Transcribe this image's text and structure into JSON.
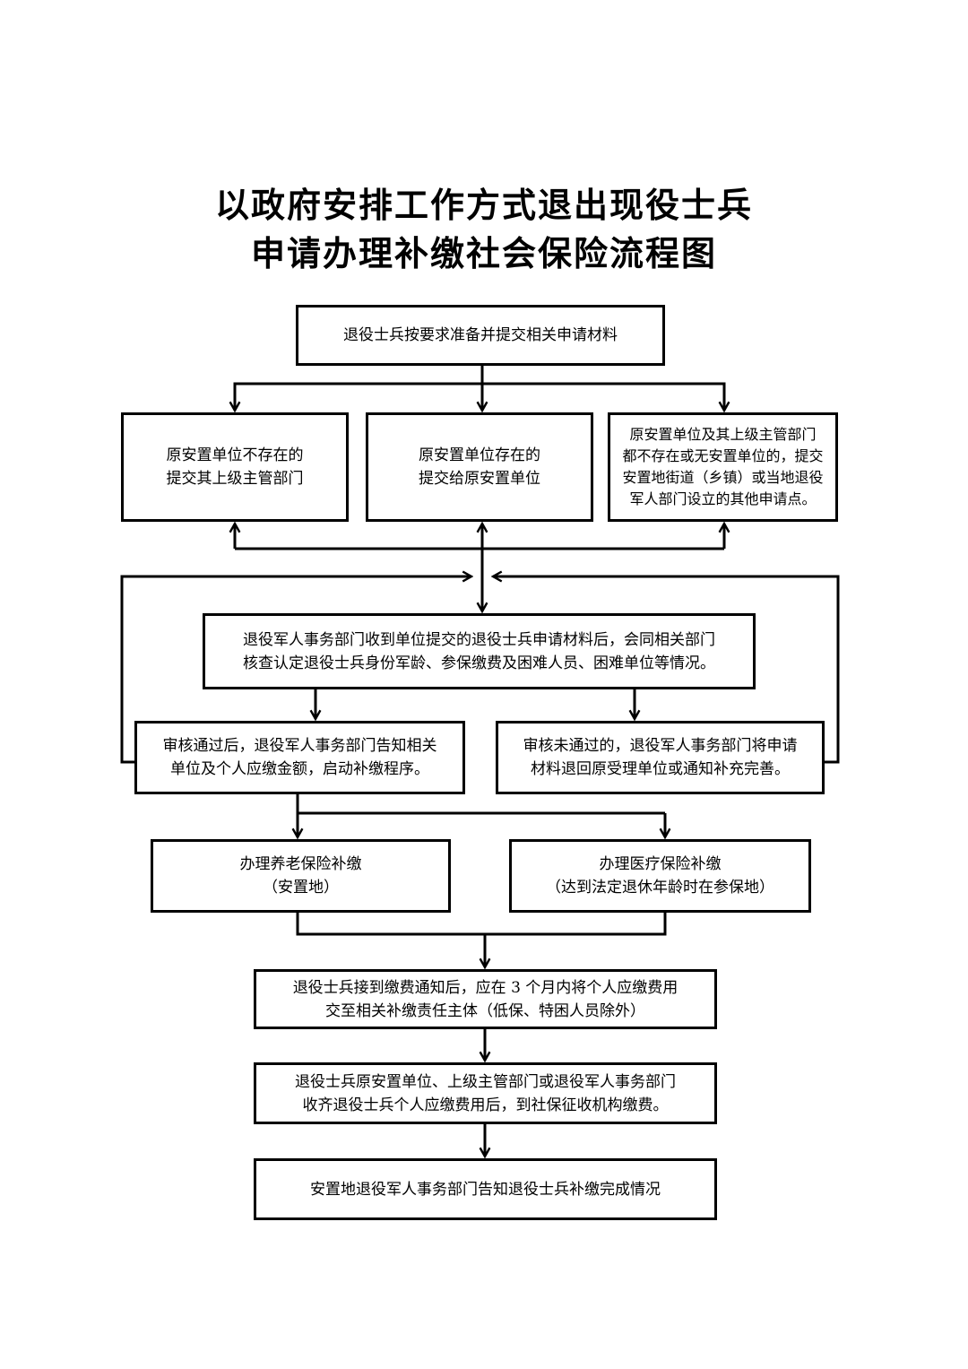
{
  "title": {
    "line1": "以政府安排工作方式退出现役士兵",
    "line2": "申请办理补缴社会保险流程图"
  },
  "steps": {
    "prepare": {
      "lines": [
        "退役士兵按要求准备并提交相关申请材料"
      ]
    },
    "left_branch": {
      "lines": [
        "原安置单位不存在的",
        "提交其上级主管部门"
      ]
    },
    "center_branch": {
      "lines": [
        "原安置单位存在的",
        "提交给原安置单位"
      ]
    },
    "right_branch": {
      "lines": [
        "原安置单位及其上级主管部门",
        "都不存在或无安置单位的，提交",
        "安置地街道（乡镇）或当地退役",
        "军人部门设立的其他申请点。"
      ]
    },
    "verify": {
      "lines": [
        "退役军人事务部门收到单位提交的退役士兵申请材料后，会同相关部门",
        "核查认定退役士兵身份军龄、参保缴费及困难人员、困难单位等情况。"
      ]
    },
    "approved": {
      "lines": [
        "审核通过后，退役军人事务部门告知相关",
        "单位及个人应缴金额，启动补缴程序。"
      ]
    },
    "rejected": {
      "lines": [
        "审核未通过的，退役军人事务部门将申请",
        "材料退回原受理单位或通知补充完善。"
      ]
    },
    "pension": {
      "lines": [
        "办理养老保险补缴",
        "（安置地）"
      ]
    },
    "medical": {
      "lines": [
        "办理医疗保险补缴",
        "（达到法定退休年龄时在参保地）"
      ]
    },
    "pay_notice": {
      "lines": [
        "退役士兵接到缴费通知后，应在 3 个月内将个人应缴费用",
        "交至相关补缴责任主体（低保、特困人员除外）"
      ]
    },
    "collect": {
      "lines": [
        "退役士兵原安置单位、上级主管部门或退役军人事务部门",
        "收齐退役士兵个人应缴费用后，到社保征收机构缴费。"
      ]
    },
    "complete": {
      "lines": [
        "安置地退役军人事务部门告知退役士兵补缴完成情况"
      ]
    }
  }
}
